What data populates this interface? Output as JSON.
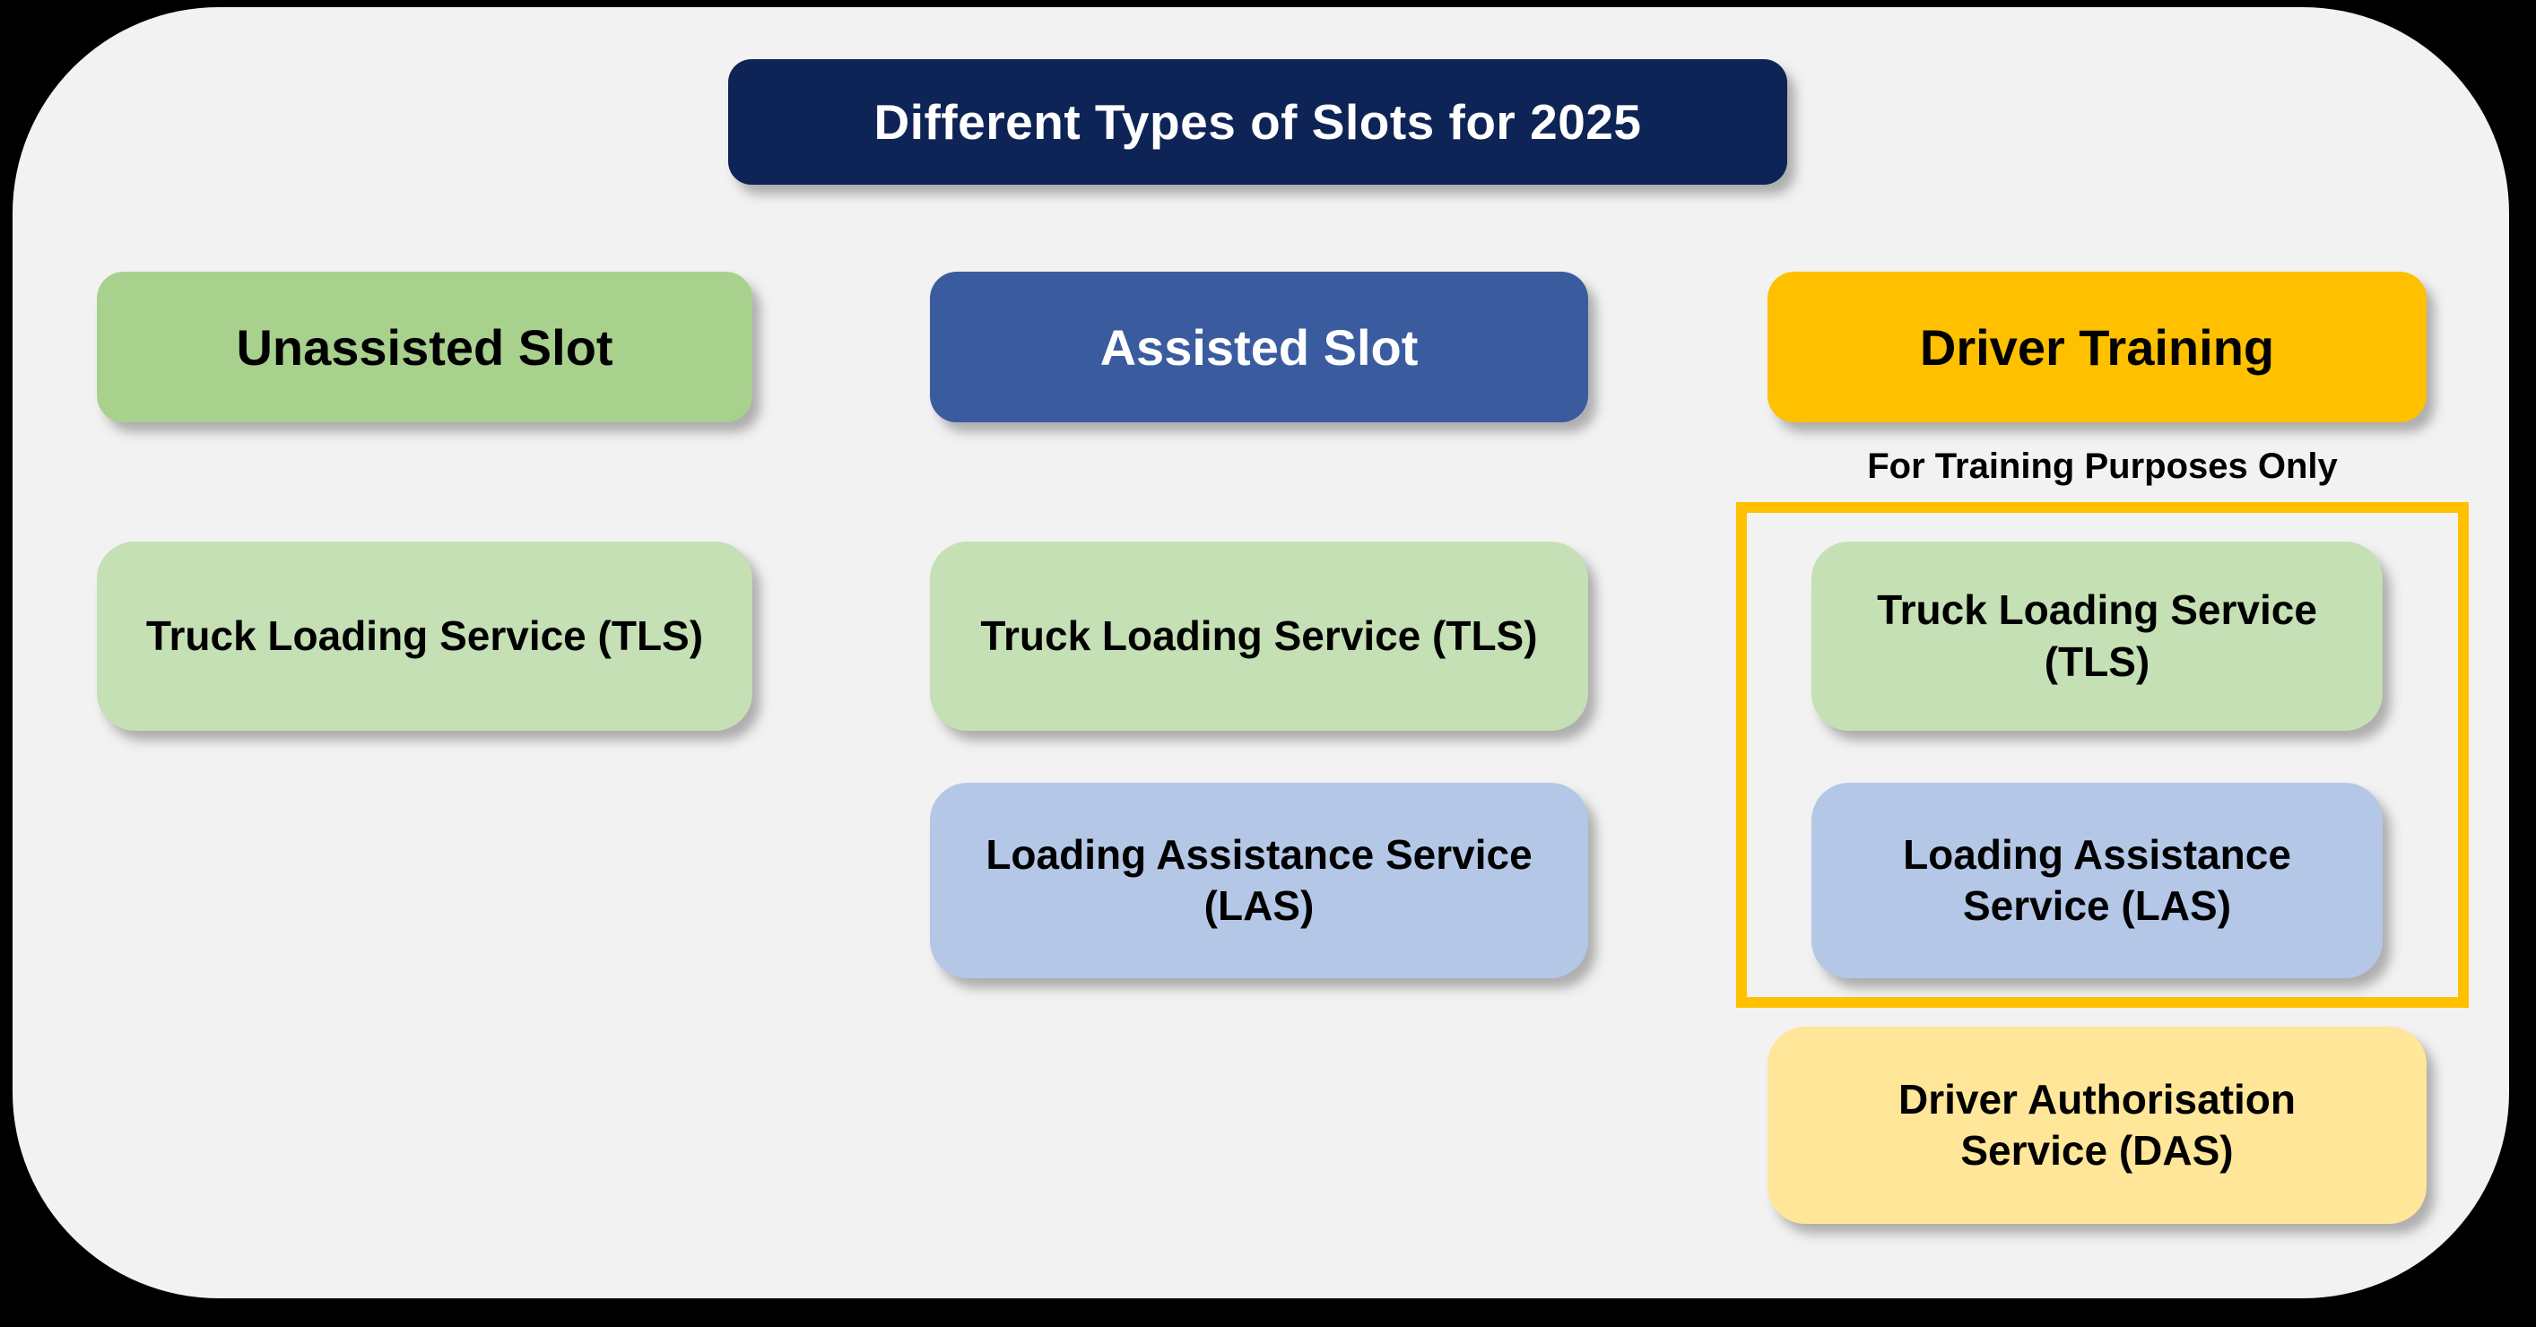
{
  "title": {
    "text": "Different Types of Slots for 2025",
    "bg": "#0E2456",
    "text_color": "#FFFFFF"
  },
  "background": {
    "canvas": "#000000",
    "panel": "#F2F2F2"
  },
  "columns": [
    {
      "id": "unassisted",
      "header": {
        "label": "Unassisted Slot",
        "bg": "#A9D18E",
        "text_color": "#000000"
      },
      "services": [
        {
          "label": "Truck Loading Service (TLS)",
          "bg": "#C5E0B4"
        }
      ]
    },
    {
      "id": "assisted",
      "header": {
        "label": "Assisted Slot",
        "bg": "#3A5C9F",
        "text_color": "#FFFFFF"
      },
      "services": [
        {
          "label": "Truck Loading Service (TLS)",
          "bg": "#C5E0B4"
        },
        {
          "label": "Loading Assistance Service (LAS)",
          "bg": "#B4C7E7"
        }
      ]
    },
    {
      "id": "driver-training",
      "header": {
        "label": "Driver Training",
        "bg": "#FFC000",
        "text_color": "#000000"
      },
      "training_note": "For Training Purposes Only",
      "highlight_border": "#FFC000",
      "services": [
        {
          "label": "Truck Loading Service (TLS)",
          "bg": "#C5E0B4"
        },
        {
          "label": "Loading Assistance Service (LAS)",
          "bg": "#B4C7E7"
        }
      ],
      "extra_service": {
        "label": "Driver Authorisation Service (DAS)",
        "bg": "#FFE699"
      }
    }
  ]
}
